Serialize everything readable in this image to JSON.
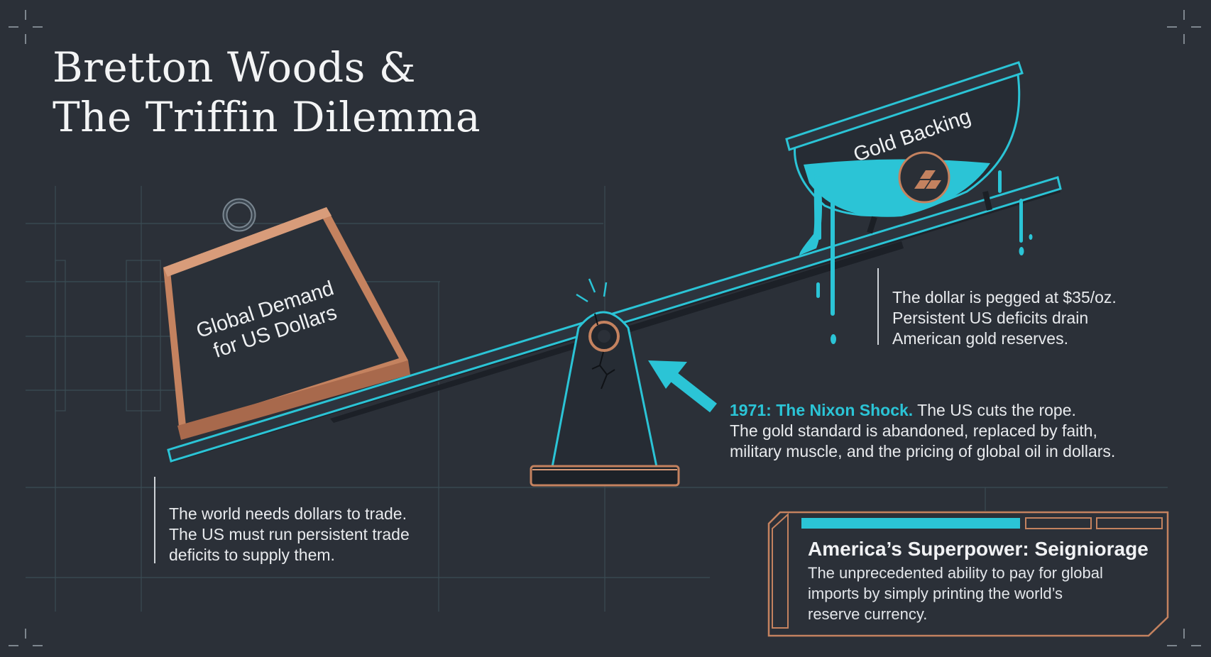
{
  "title": {
    "line1": "Bretton Woods &",
    "line2": "The Triffin Dilemma"
  },
  "weight": {
    "label_line1": "Global Demand",
    "label_line2": "for US Dollars"
  },
  "bowl": {
    "label": "Gold Backing"
  },
  "left_callout": {
    "lines": [
      "The world needs dollars to trade.",
      "The US must run persistent trade",
      "deficits to supply them."
    ]
  },
  "right_callout": {
    "lines": [
      "The dollar is pegged at $35/oz.",
      "Persistent US deficits drain",
      "American gold reserves."
    ]
  },
  "nixon": {
    "highlight": "1971: The Nixon Shock.",
    "lead": " The US cuts the rope.",
    "lines": [
      "The gold standard is abandoned, replaced by faith,",
      "military muscle, and the pricing of global oil in dollars."
    ]
  },
  "panel": {
    "heading": "America’s Superpower: Seigniorage",
    "lines": [
      "The unprecedented ability to pay for global",
      "imports by simply printing the world’s",
      "reserve currency."
    ]
  },
  "colors": {
    "background": "#2b3038",
    "teal": "#2bc4d6",
    "copper": "#c4825f",
    "dark": "#2e3540"
  }
}
